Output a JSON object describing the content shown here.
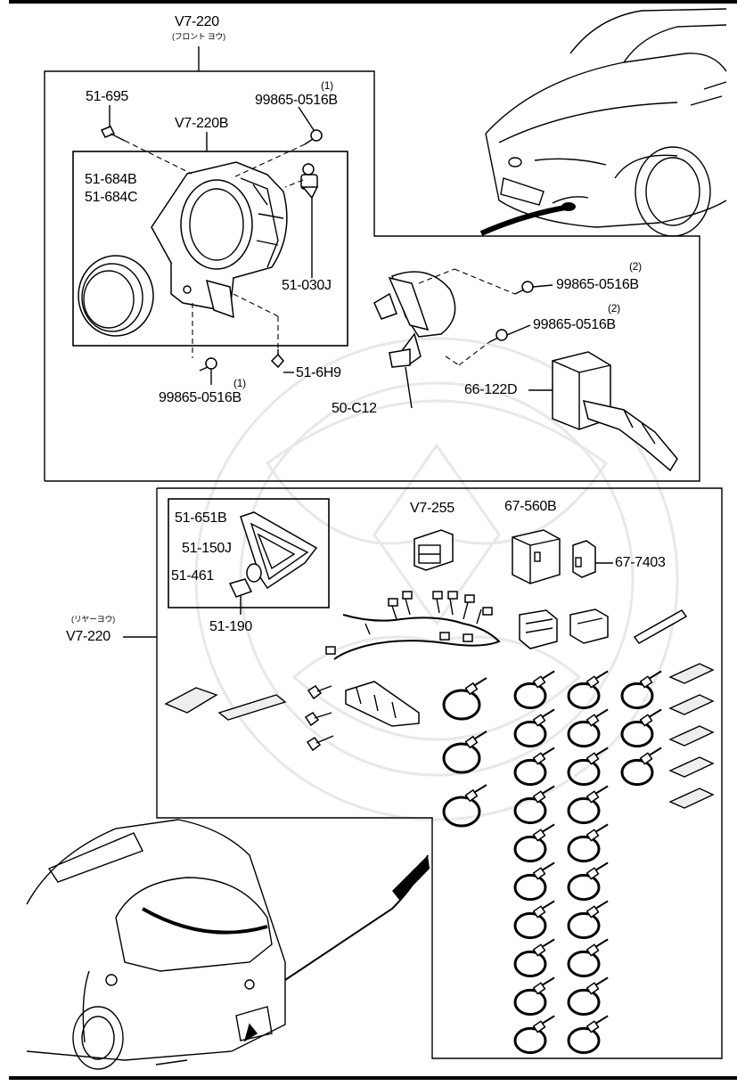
{
  "callouts": {
    "top_group": "V7-220",
    "top_group_note": "(フロント ヨウ)",
    "bolt_a": "51-695",
    "bolt_b_qty": "(1)",
    "bolt_b": "99865-0516B",
    "lamp_assembly": "V7-220B",
    "bracket_l": "51-684B",
    "bracket_r": "51-684C",
    "bulb": "51-030J",
    "bolt_c_qty": "(1)",
    "bolt_c": "99865-0516B",
    "screw": "51-6H9",
    "bolt_d_qty": "(2)",
    "bolt_d": "99865-0516B",
    "bolt_e_qty": "(2)",
    "bolt_e": "99865-0516B",
    "switch": "66-122D",
    "holder": "50-C12",
    "rear_bracket": "51-651B",
    "rear_lens": "51-150J",
    "rear_bulb": "51-461",
    "rear_socket": "51-190",
    "rear_group_note": "(リヤーヨウ)",
    "rear_group": "V7-220",
    "rear_switch": "V7-255",
    "relay": "67-560B",
    "fuse": "67-7403"
  }
}
